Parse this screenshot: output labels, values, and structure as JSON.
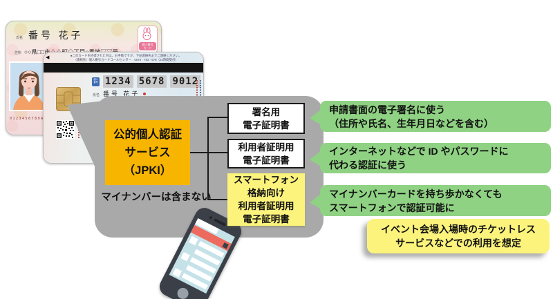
{
  "front_card": {
    "name_label": "氏名",
    "name": "番号 花子",
    "address_label": "住所",
    "address": "○○県□□市△△町◇丁目○番地▽▽号",
    "badge_line1": "個人番号",
    "badge_line2": "カード",
    "serial": "0123456789ABCDEF"
  },
  "back_card": {
    "notice_line1": "●このカードを拾得された方は、お手数ですが、下記連絡先までご連絡ください。",
    "notice_line2": "（連絡先）個人番号カードコールセンター　0570 - 783 - 578（24時間受付）",
    "number_badge": "個人番号",
    "number_groups": [
      "1234",
      "5678",
      "9012"
    ],
    "name_label": "氏名",
    "name": "番号 花子"
  },
  "jpki": {
    "lines": [
      "公的個人認証",
      "サービス",
      "（JPKI）"
    ],
    "note": "マイナンバーは含まない"
  },
  "certificates": [
    {
      "lines": [
        "署名用",
        "電子証明書"
      ],
      "style": "white"
    },
    {
      "lines": [
        "利用者証明用",
        "電子証明書"
      ],
      "style": "white"
    },
    {
      "lines": [
        "スマートフォン",
        "格納向け",
        "利用者証明用",
        "電子証明書"
      ],
      "style": "yellow"
    }
  ],
  "callouts": [
    {
      "lines": [
        "申請書面の電子署名に使う",
        "（住所や氏名、生年月日などを含む）"
      ],
      "style": "green"
    },
    {
      "lines": [
        "インターネットなどで ID やパスワードに",
        "代わる認証に使う"
      ],
      "style": "green"
    },
    {
      "lines": [
        "マイナンバーカードを持ち歩かなくても",
        "スマートフォンで認証可能に"
      ],
      "style": "green"
    },
    {
      "lines": [
        "イベント会場入場時のチケットレス",
        "サービスなどでの利用を想定"
      ],
      "style": "yellow"
    }
  ],
  "colors": {
    "bubble_gray": "#A9A9A9",
    "jpki_orange": "#F7B500",
    "cert_yellow": "#FCF37D",
    "callout_green": "#8FD283",
    "connector_black": "#1A1A1A",
    "phone_body": "#3B4048",
    "phone_screen": "#C6E2E9",
    "phone_red_bar": "#ED6A5E"
  }
}
